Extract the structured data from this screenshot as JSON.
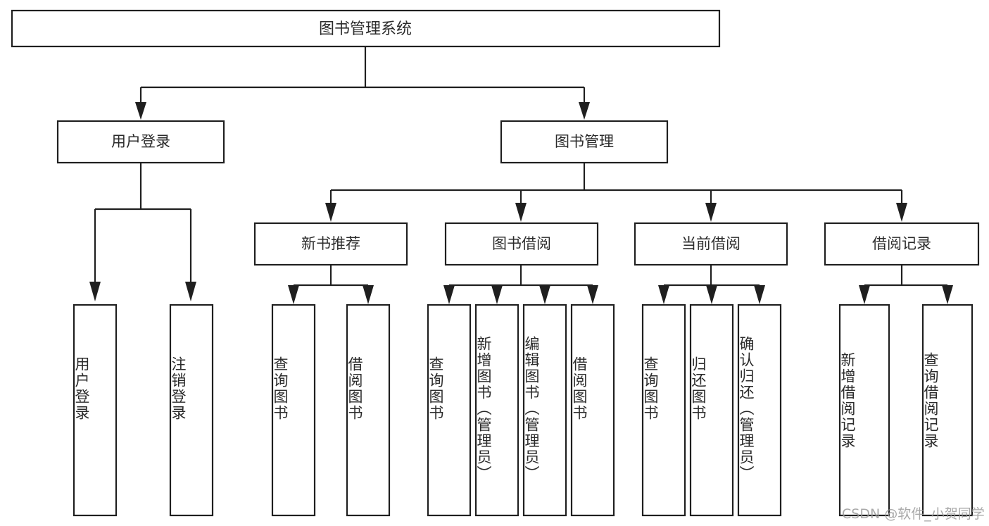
{
  "diagram": {
    "title": "图书管理系统",
    "type": "tree-hierarchy-diagram",
    "colors": {
      "box_stroke": "#1f1f1f",
      "box_fill": "#ffffff",
      "text": "#2b2b2b",
      "connector": "#1f1f1f",
      "watermark": "#9a9a9a",
      "background": "#ffffff"
    },
    "root": {
      "label": "图书管理系统"
    },
    "level2": [
      {
        "label": "用户登录"
      },
      {
        "label": "图书管理"
      }
    ],
    "level3": [
      {
        "label": "新书推荐"
      },
      {
        "label": "图书借阅"
      },
      {
        "label": "当前借阅"
      },
      {
        "label": "借阅记录"
      }
    ],
    "leaves": {
      "user_login": [
        {
          "label": "用户登录"
        },
        {
          "label": "注销登录"
        }
      ],
      "new_book_recommend": [
        {
          "label": "查询图书"
        },
        {
          "label": "借阅图书"
        }
      ],
      "book_borrow": [
        {
          "label": "查询图书"
        },
        {
          "label": "新增图书（管理员）"
        },
        {
          "label": "编辑图书（管理员）"
        },
        {
          "label": "借阅图书"
        }
      ],
      "current_borrow": [
        {
          "label": "查询图书"
        },
        {
          "label": "归还图书"
        },
        {
          "label": "确认归还（管理员）"
        }
      ],
      "borrow_record": [
        {
          "label": "新增借阅记录"
        },
        {
          "label": "查询借阅记录"
        }
      ]
    },
    "watermark": "CSDN @软件_小贺同学"
  }
}
